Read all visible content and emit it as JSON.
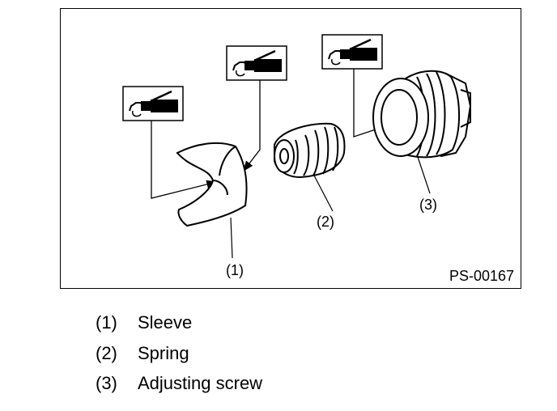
{
  "figure": {
    "code": "PS-00167",
    "part_labels": [
      "(1)",
      "(2)",
      "(3)"
    ]
  },
  "legend": [
    {
      "num": "(1)",
      "text": "Sleeve"
    },
    {
      "num": "(2)",
      "text": "Spring"
    },
    {
      "num": "(3)",
      "text": "Adjusting screw"
    }
  ],
  "icons": [
    "grease-icon",
    "grease-icon",
    "grease-icon"
  ]
}
